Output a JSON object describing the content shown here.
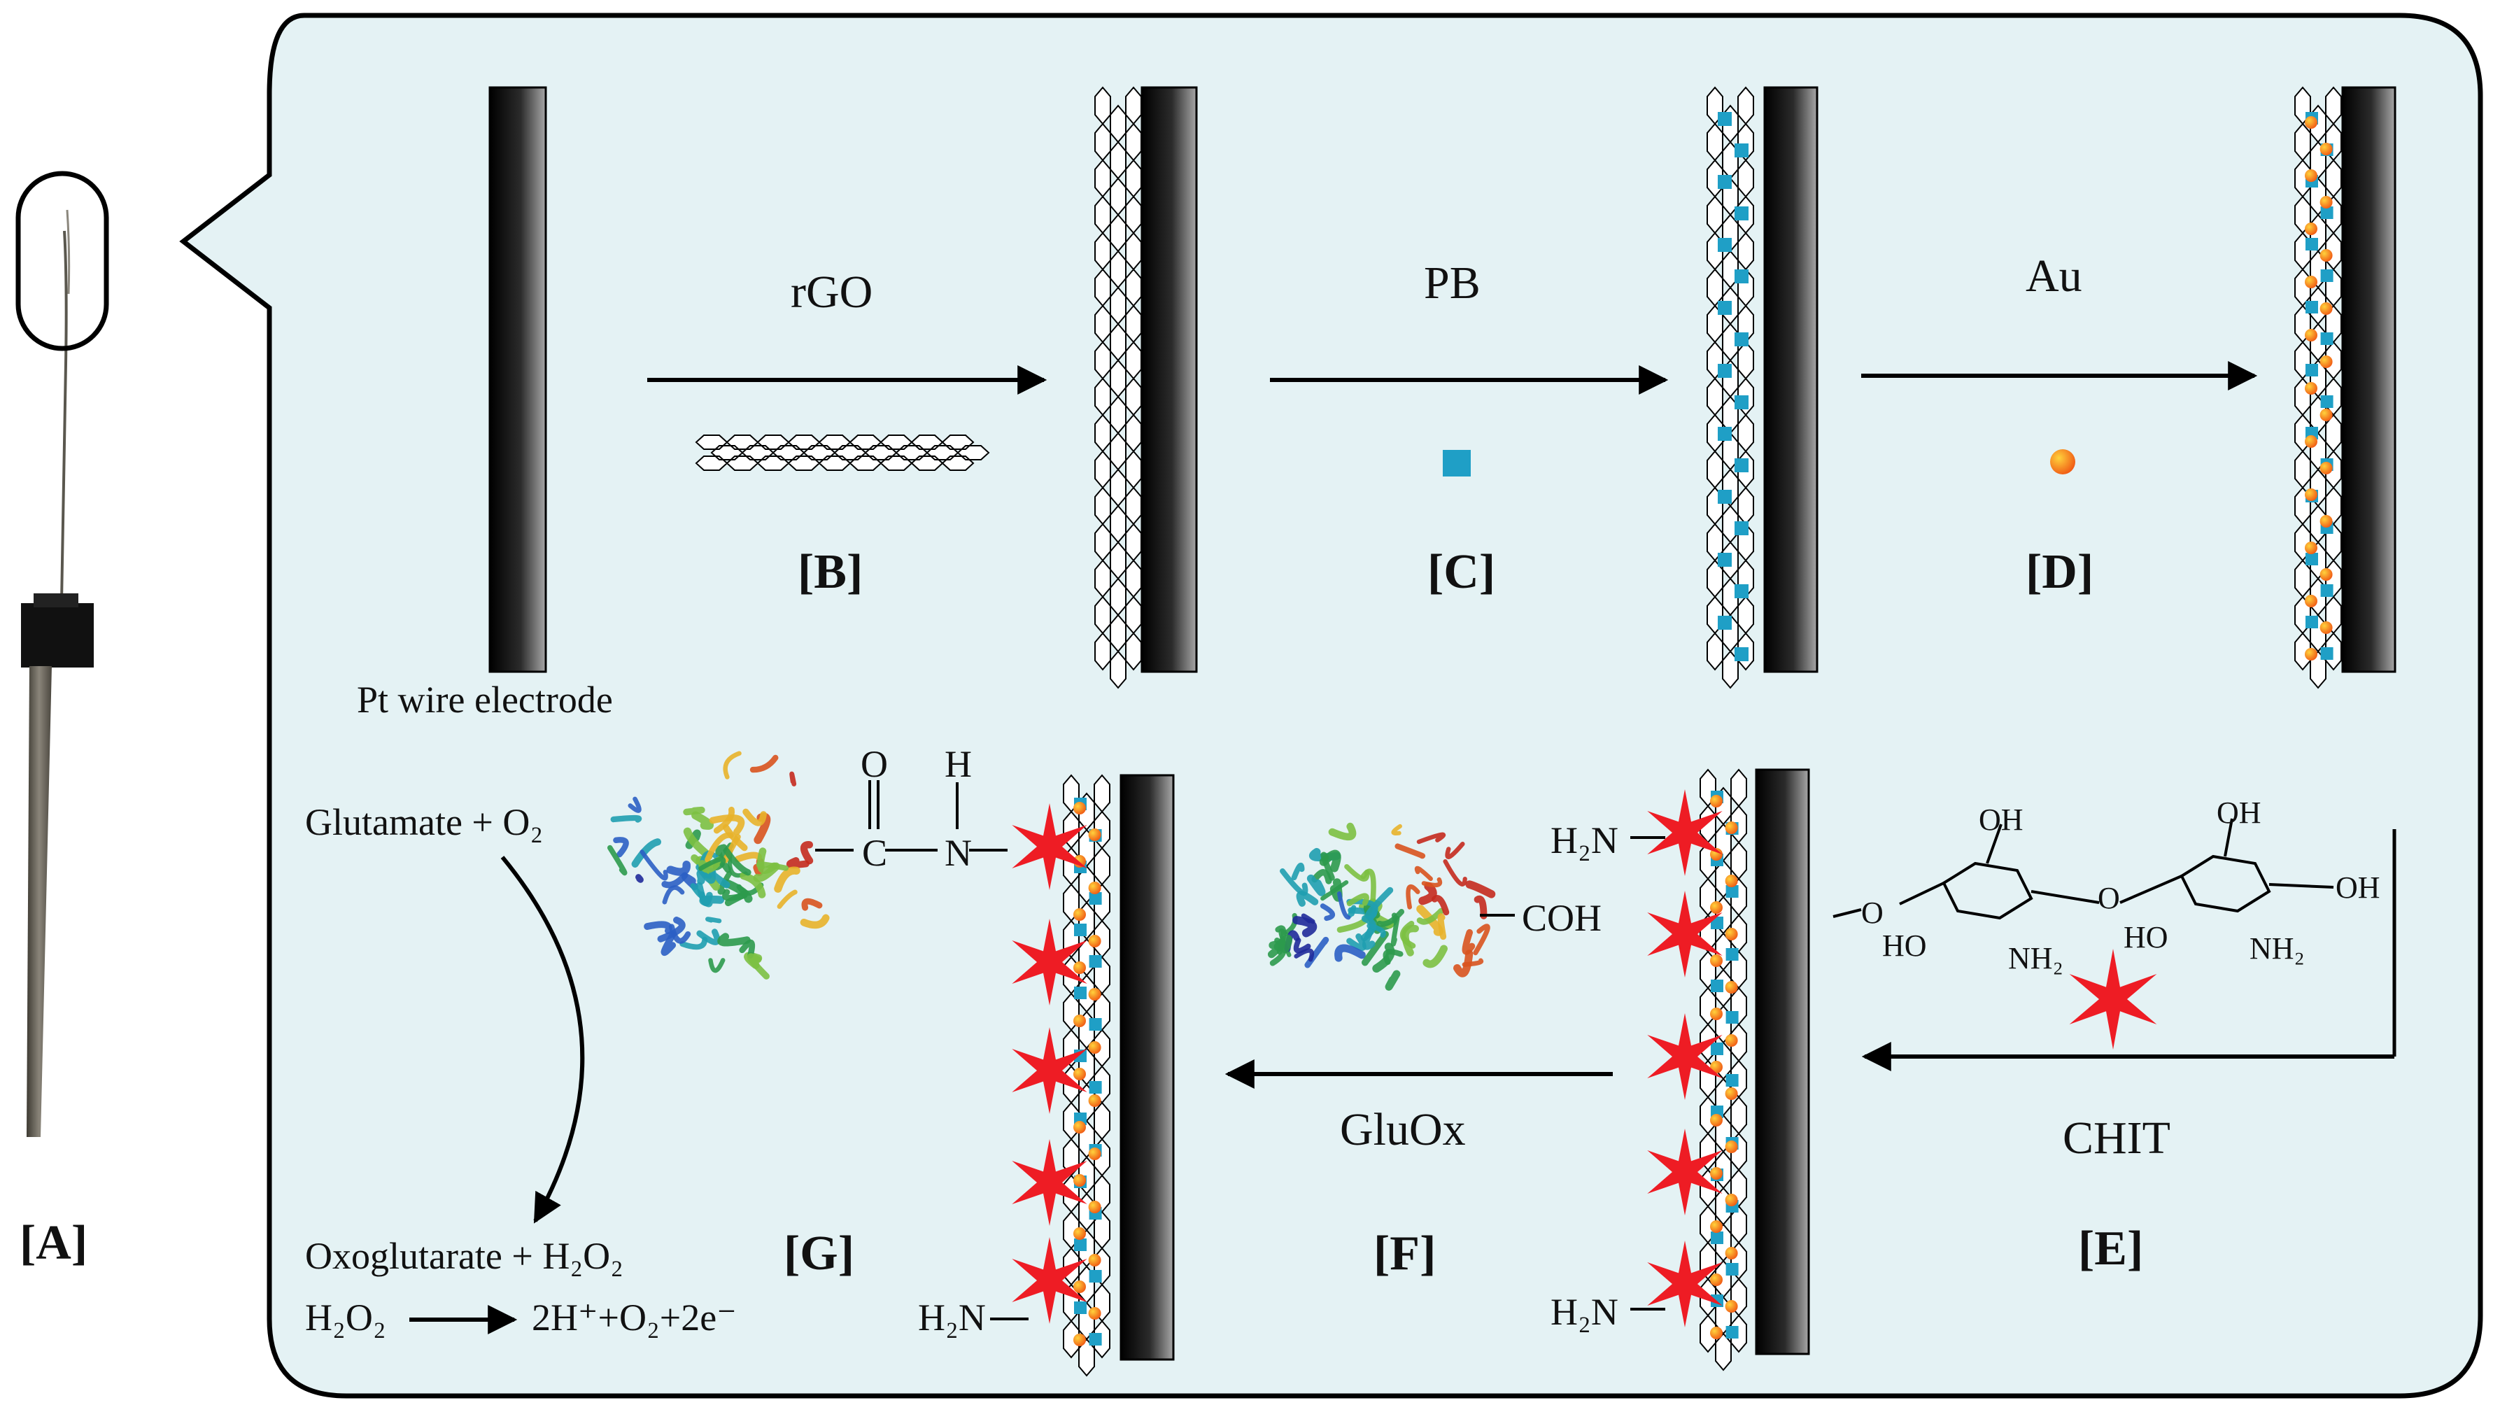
{
  "panels": {
    "A": "[A]",
    "B": "[B]",
    "C": "[C]",
    "D": "[D]",
    "E": "[E]",
    "F": "[F]",
    "G": "[G]"
  },
  "steps": {
    "rgo": "rGO",
    "pb": "PB",
    "au": "Au",
    "chit": "CHIT",
    "gluox": "GluOx"
  },
  "electrode_label": "Pt wire electrode",
  "amide_atoms": {
    "o": "O",
    "h": "H",
    "c": "C",
    "n": "N"
  },
  "amine_label": "H₂N",
  "coh_label": "COH",
  "chitosan": {
    "oh1": "OH",
    "oh2": "OH",
    "oh3": "OH",
    "ho1": "HO",
    "ho2": "HO",
    "nh2_1": "NH₂",
    "nh2_2": "NH₂",
    "o_link": "O",
    "o_end": "O"
  },
  "reactions": {
    "r1": "Glutamate + O₂",
    "r2": "Oxoglutarate + H₂O₂",
    "r3_left": "H₂O₂",
    "r3_right": "2H⁺+O₂+2e⁻"
  },
  "colors": {
    "panel_bg": "#e4f2f4",
    "pb_blue": "#1f9fc6",
    "au_orange": "#f39a1e",
    "star_red": "#ee1c24",
    "electrode_dark": "#111111"
  }
}
